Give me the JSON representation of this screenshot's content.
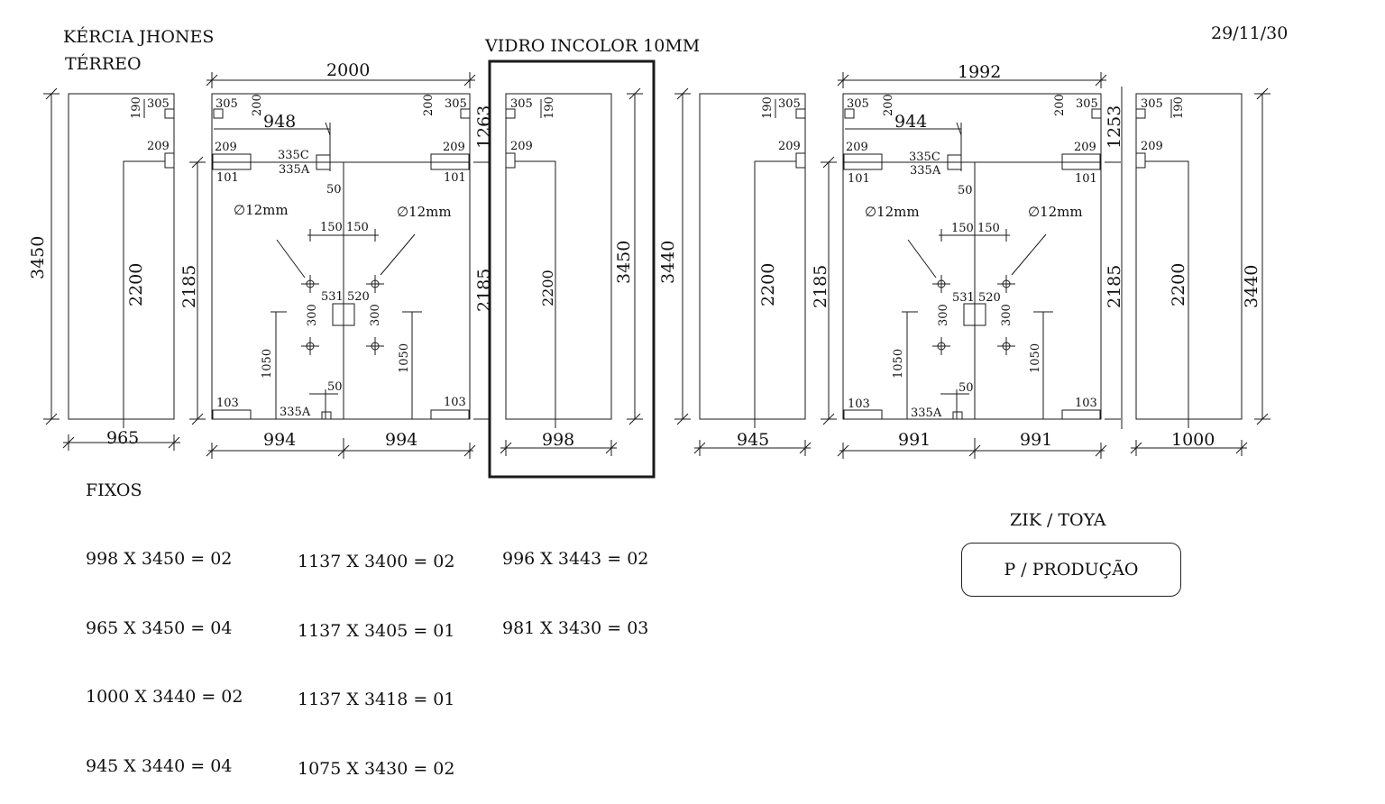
{
  "header": {
    "client": "KÉRCIA JHONES",
    "floor": "TÉRREO",
    "glass": "VIDRO INCOLOR 10MM",
    "date": "29/11/30"
  },
  "summary": {
    "title": "FIXOS",
    "col1": [
      "998 X 3450 = 02",
      "965 X 3450 = 04",
      "1000 X 3440 = 02",
      "945 X 3440 = 04"
    ],
    "col2": [
      "1137 X 3400 = 02",
      "1137 X 3405 = 01",
      "1137 X 3418 = 01",
      "1075 X 3430 = 02"
    ],
    "col3": [
      "996 X 3443 = 02",
      "981 X 3430 = 03"
    ]
  },
  "footer": {
    "client_tag": "ZIK / TOYA",
    "status_stamp": "P / PRODUÇÃO"
  },
  "panels": {
    "p1": {
      "width": "965",
      "height": "3450",
      "inner_height": "2200",
      "notch_w": "305",
      "notch_h": "190",
      "hole": "209"
    },
    "p2": {
      "width": "2000",
      "left_half": "994",
      "right_half": "994",
      "height": "2185",
      "top_offset": "948",
      "corner_w": "305",
      "corner_h": "200",
      "hinge": "209",
      "hinge_depth": "101",
      "lock_a": "335C",
      "lock_b": "335A",
      "lock_gap": "50",
      "hole_label": "∅12mm",
      "hole_spacing": "150",
      "dim_531": "531",
      "dim_520": "520",
      "dim_300": "300",
      "dim_1050": "1050",
      "bottom_gap": "50",
      "floor_pivot": "103",
      "bottom_lock": "335A"
    },
    "p3": {
      "width": "998",
      "height": "3450",
      "left_height": "2185",
      "inner_height": "2200",
      "top": "1263",
      "notch_w": "305",
      "notch_h": "190",
      "hole": "209"
    },
    "p4": {
      "width": "945",
      "height": "3440",
      "inner_height": "2200",
      "notch_w": "305",
      "notch_h": "190",
      "hole": "209"
    },
    "p5": {
      "width": "1992",
      "left_half": "991",
      "right_half": "991",
      "height": "2185",
      "top_offset": "944",
      "corner_w": "305",
      "corner_h": "200",
      "hinge": "209",
      "hinge_depth": "101",
      "lock_a": "335C",
      "lock_b": "335A",
      "lock_gap": "50",
      "hole_label": "∅12mm",
      "hole_spacing": "150",
      "dim_531": "531",
      "dim_520": "520",
      "dim_300": "300",
      "dim_1050": "1050",
      "bottom_gap": "50",
      "floor_pivot": "103",
      "bottom_lock": "335A"
    },
    "p6": {
      "width": "1000",
      "height": "3440",
      "left_height": "2185",
      "inner_height": "2200",
      "top": "1253",
      "notch_w": "305",
      "notch_h": "190",
      "hole": "209"
    }
  }
}
